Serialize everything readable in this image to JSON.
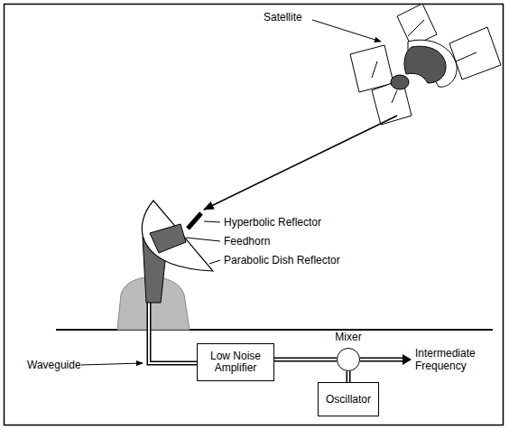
{
  "diagram": {
    "nodes": [
      {
        "text": [
          "Low Noise Amplifier"
        ]
      },
      {
        "text": [
          "Mixer"
        ]
      },
      {
        "text": [
          "Oscillator"
        ]
      }
    ],
    "edges": [
      {
        "from": 0,
        "to": 1,
        "arrow": "none"
      },
      {
        "from": 2,
        "to": 1,
        "arrow": "none"
      }
    ],
    "labels": [
      "Satellite",
      "Hyperbolic Reflector",
      "Feedhorn",
      "Parabolic Dish Reflector",
      "Waveguide",
      "Intermediate Frequency"
    ]
  }
}
